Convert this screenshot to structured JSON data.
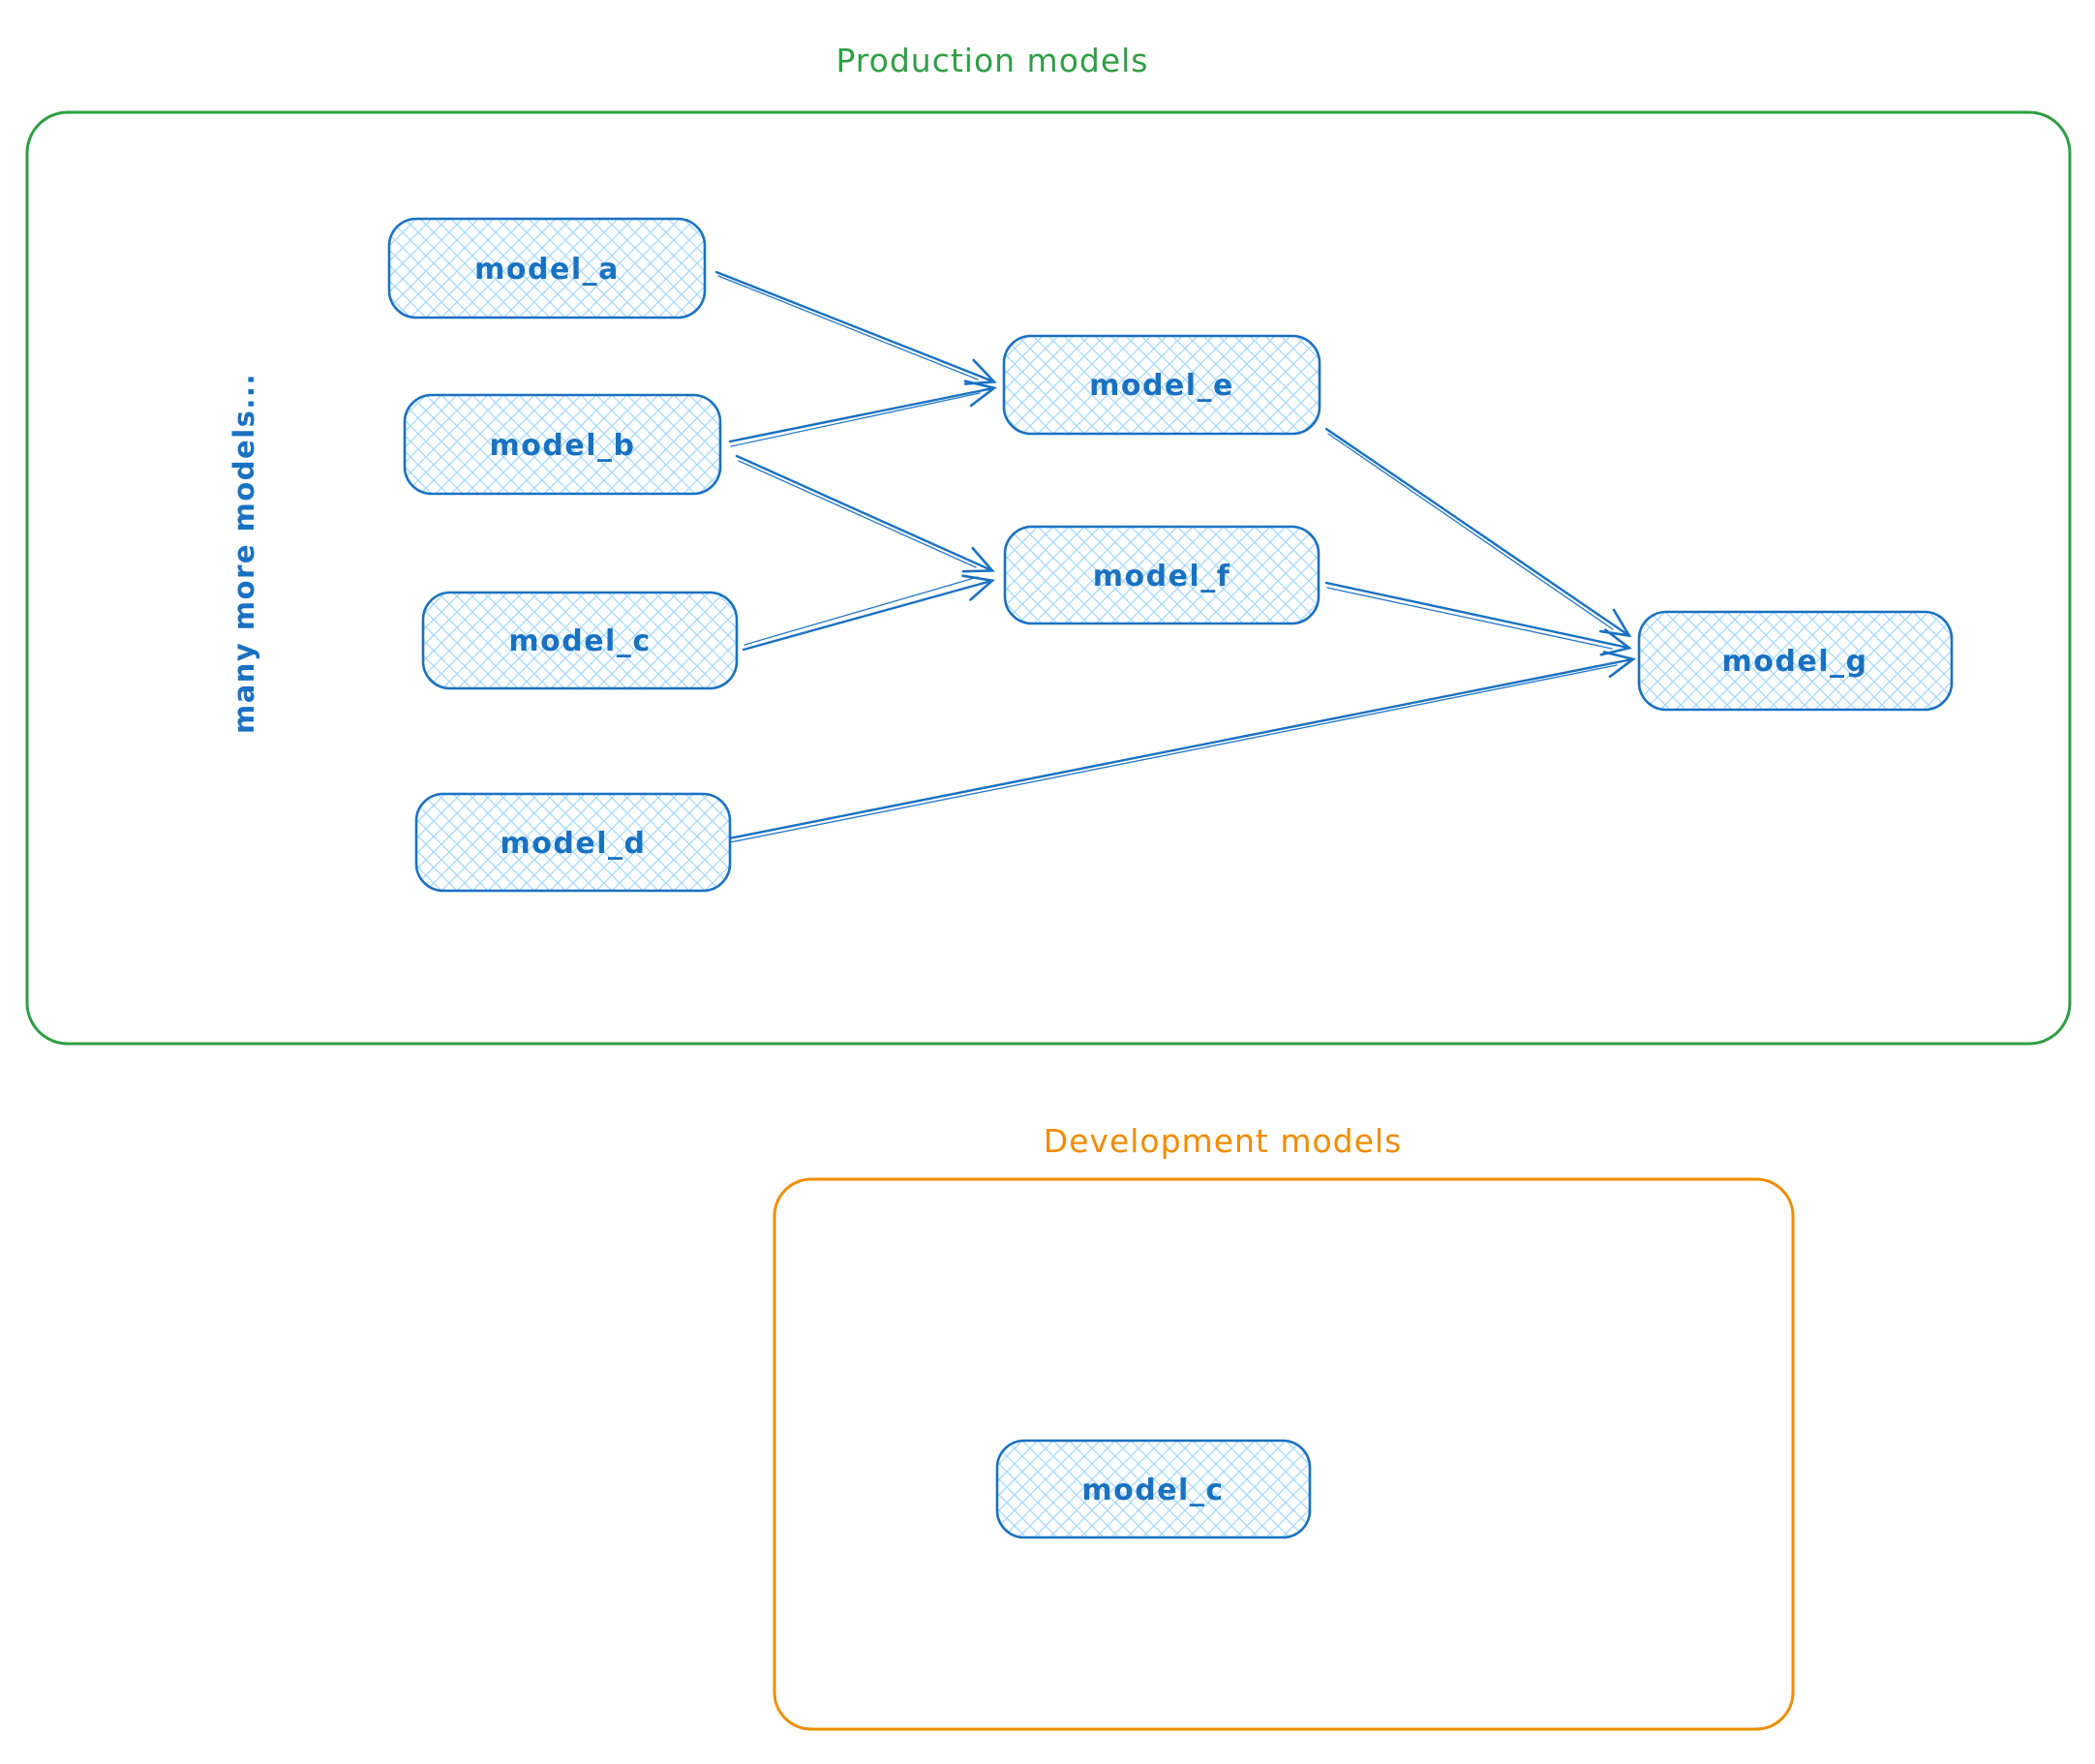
{
  "colors": {
    "blue": "#1971c2",
    "light_blue": "#a5d8ff",
    "green": "#2f9e44",
    "orange": "#f08c00"
  },
  "production": {
    "title": "Production models",
    "side_note": "many more models..."
  },
  "development": {
    "title": "Development models"
  },
  "nodes": {
    "a": {
      "label": "model_a"
    },
    "b": {
      "label": "model_b"
    },
    "c": {
      "label": "model_c"
    },
    "d": {
      "label": "model_d"
    },
    "e": {
      "label": "model_e"
    },
    "f": {
      "label": "model_f"
    },
    "g": {
      "label": "model_g"
    },
    "dev_c": {
      "label": "model_c"
    }
  },
  "edges": [
    {
      "from": "model_a",
      "to": "model_e"
    },
    {
      "from": "model_b",
      "to": "model_e"
    },
    {
      "from": "model_b",
      "to": "model_f"
    },
    {
      "from": "model_c",
      "to": "model_f"
    },
    {
      "from": "model_e",
      "to": "model_g"
    },
    {
      "from": "model_f",
      "to": "model_g"
    },
    {
      "from": "model_d",
      "to": "model_g"
    }
  ]
}
